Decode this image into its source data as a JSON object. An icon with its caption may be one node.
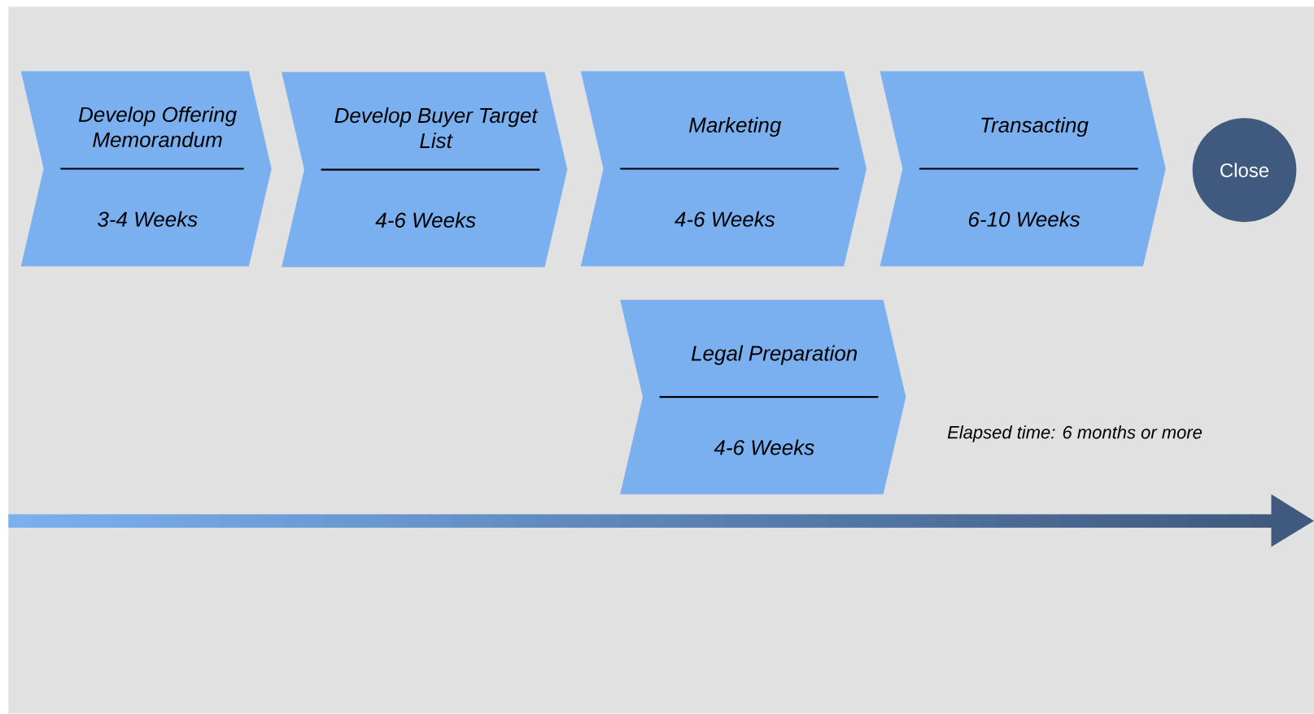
{
  "diagram": {
    "nodes": [
      {
        "text": [
          "Develop Offering Memorandum",
          "3-4 Weeks"
        ]
      },
      {
        "text": [
          "Develop Buyer Target List",
          "4-6 Weeks"
        ]
      },
      {
        "text": [
          "Marketing",
          "4-6 Weeks"
        ]
      },
      {
        "text": [
          "Transacting",
          "6-10 Weeks"
        ]
      },
      {
        "text": [
          "Close"
        ]
      },
      {
        "text": [
          "Legal Preparation",
          "4-6 Weeks"
        ]
      }
    ],
    "labels": [
      "Elapsed time:  6 months or more"
    ]
  }
}
